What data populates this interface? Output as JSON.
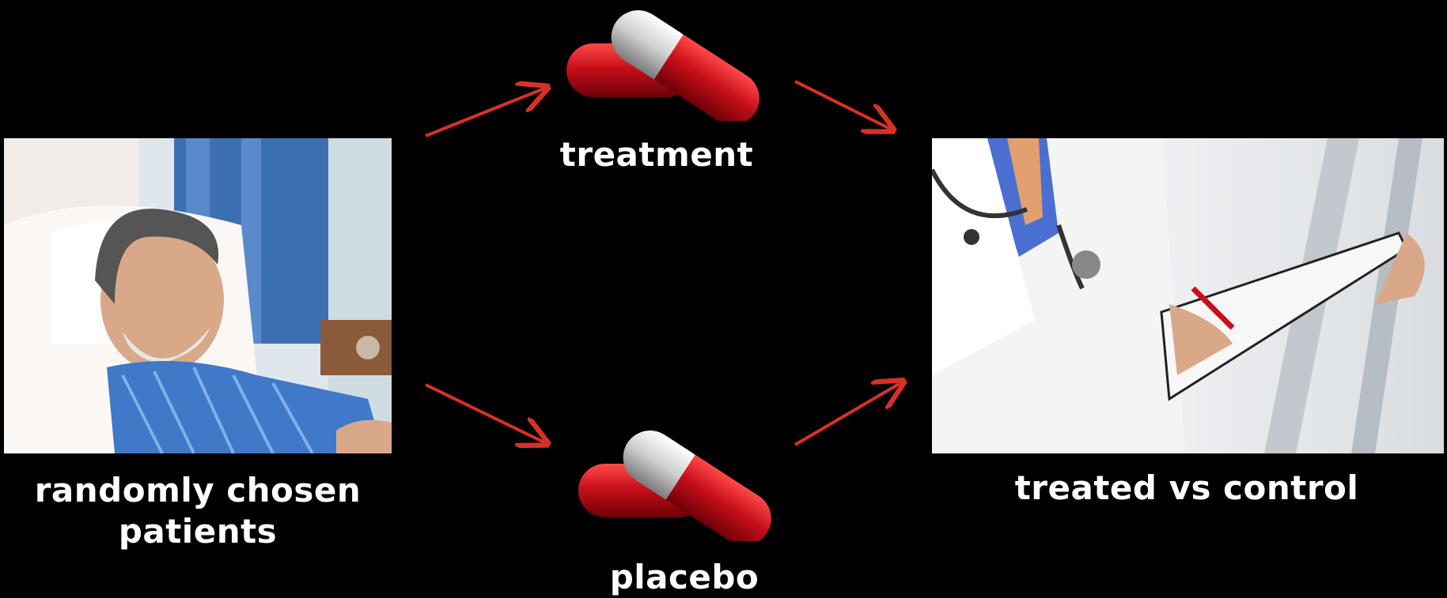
{
  "labels": {
    "patients": "randomly chosen\npatients",
    "treatment": "treatment",
    "placebo": "placebo",
    "outcome": "treated vs control"
  },
  "images": {
    "patient_photo": "patient-in-hospital-bed",
    "treatment_pill": "red-white-capsules",
    "placebo_pill": "red-white-capsules",
    "doctor_photo": "doctor-with-clipboard"
  },
  "colors": {
    "background": "#000000",
    "arrow": "#d93026",
    "pill_red": "#c8101a",
    "text": "#ffffff"
  }
}
